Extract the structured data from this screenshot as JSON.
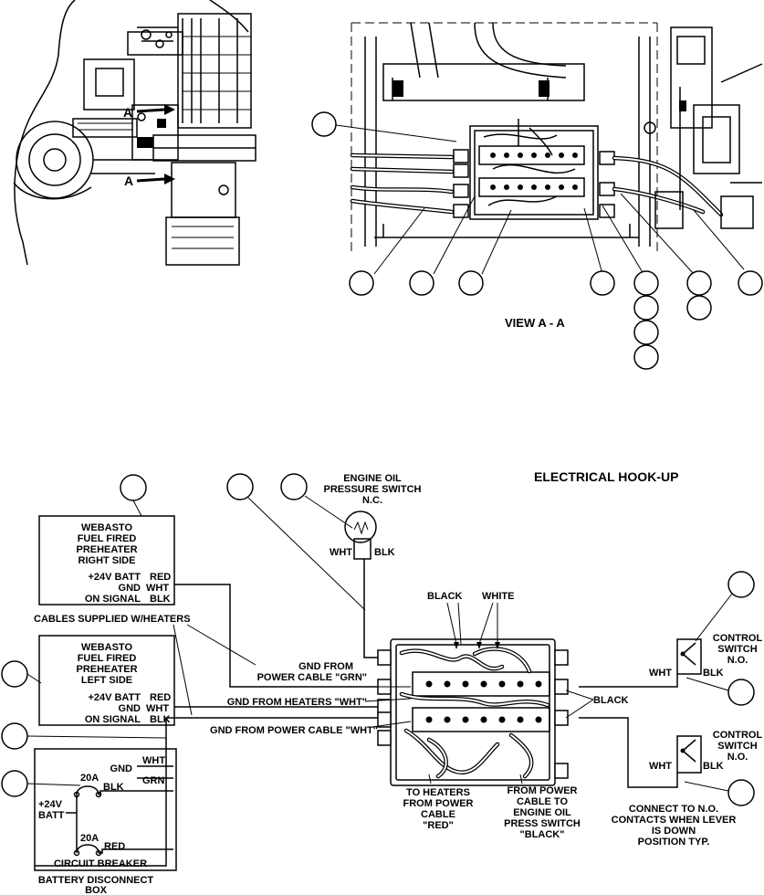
{
  "view_label": "VIEW A - A",
  "section_marks": [
    "A",
    "A"
  ],
  "hookup_title": "ELECTRICAL HOOK-UP",
  "oil_switch": {
    "title": [
      "ENGINE OIL",
      "PRESSURE SWITCH",
      "N.C."
    ],
    "left_wire": "WHT",
    "right_wire": "BLK"
  },
  "heater_right": {
    "name": [
      "WEBASTO",
      "FUEL FIRED",
      "PREHEATER",
      "RIGHT SIDE"
    ],
    "terminals": [
      {
        "label": "+24V BATT",
        "color": "RED"
      },
      {
        "label": "GND",
        "color": "WHT"
      },
      {
        "label": "ON SIGNAL",
        "color": "BLK"
      }
    ]
  },
  "heater_left": {
    "name": [
      "WEBASTO",
      "FUEL FIRED",
      "PREHEATER",
      "LEFT SIDE"
    ],
    "terminals": [
      {
        "label": "+24V BATT",
        "color": "RED"
      },
      {
        "label": "GND",
        "color": "WHT"
      },
      {
        "label": "ON SIGNAL",
        "color": "BLK"
      }
    ]
  },
  "labels": {
    "cables_supplied": "CABLES SUPPLIED W/HEATERS",
    "gnd_power_grn": [
      "GND FROM",
      "POWER CABLE \"GRN\""
    ],
    "gnd_heaters_wht": "GND FROM HEATERS \"WHT\"",
    "gnd_power_wht": "GND FROM POWER CABLE \"WHT\"",
    "black_top": "BLACK",
    "white_top": "WHITE",
    "black_right": "BLACK",
    "to_heaters": [
      "TO HEATERS",
      "FROM POWER",
      "CABLE",
      "\"RED\""
    ],
    "from_power": [
      "FROM POWER",
      "CABLE TO",
      "ENGINE OIL",
      "PRESS SWITCH",
      "\"BLACK\""
    ],
    "connect_no": [
      "CONNECT TO N.O.",
      "CONTACTS WHEN LEVER",
      "IS DOWN",
      "POSITION TYP."
    ]
  },
  "control_switch_upper": {
    "title": [
      "CONTROL",
      "SWITCH",
      "N.O."
    ],
    "left_wire": "WHT",
    "right_wire": "BLK"
  },
  "control_switch_lower": {
    "title": [
      "CONTROL",
      "SWITCH",
      "N.O."
    ],
    "left_wire": "WHT",
    "right_wire": "BLK"
  },
  "battery_box": {
    "gnd": "GND",
    "wht": "WHT",
    "grn": "GRN",
    "breaker_top": "20A",
    "blk": "BLK",
    "plus24": "+24V",
    "batt": "BATT",
    "breaker_bottom": "20A",
    "red": "RED",
    "circuit_breaker": "CIRCUIT BREAKER",
    "caption": [
      "BATTERY DISCONNECT",
      "BOX"
    ]
  }
}
